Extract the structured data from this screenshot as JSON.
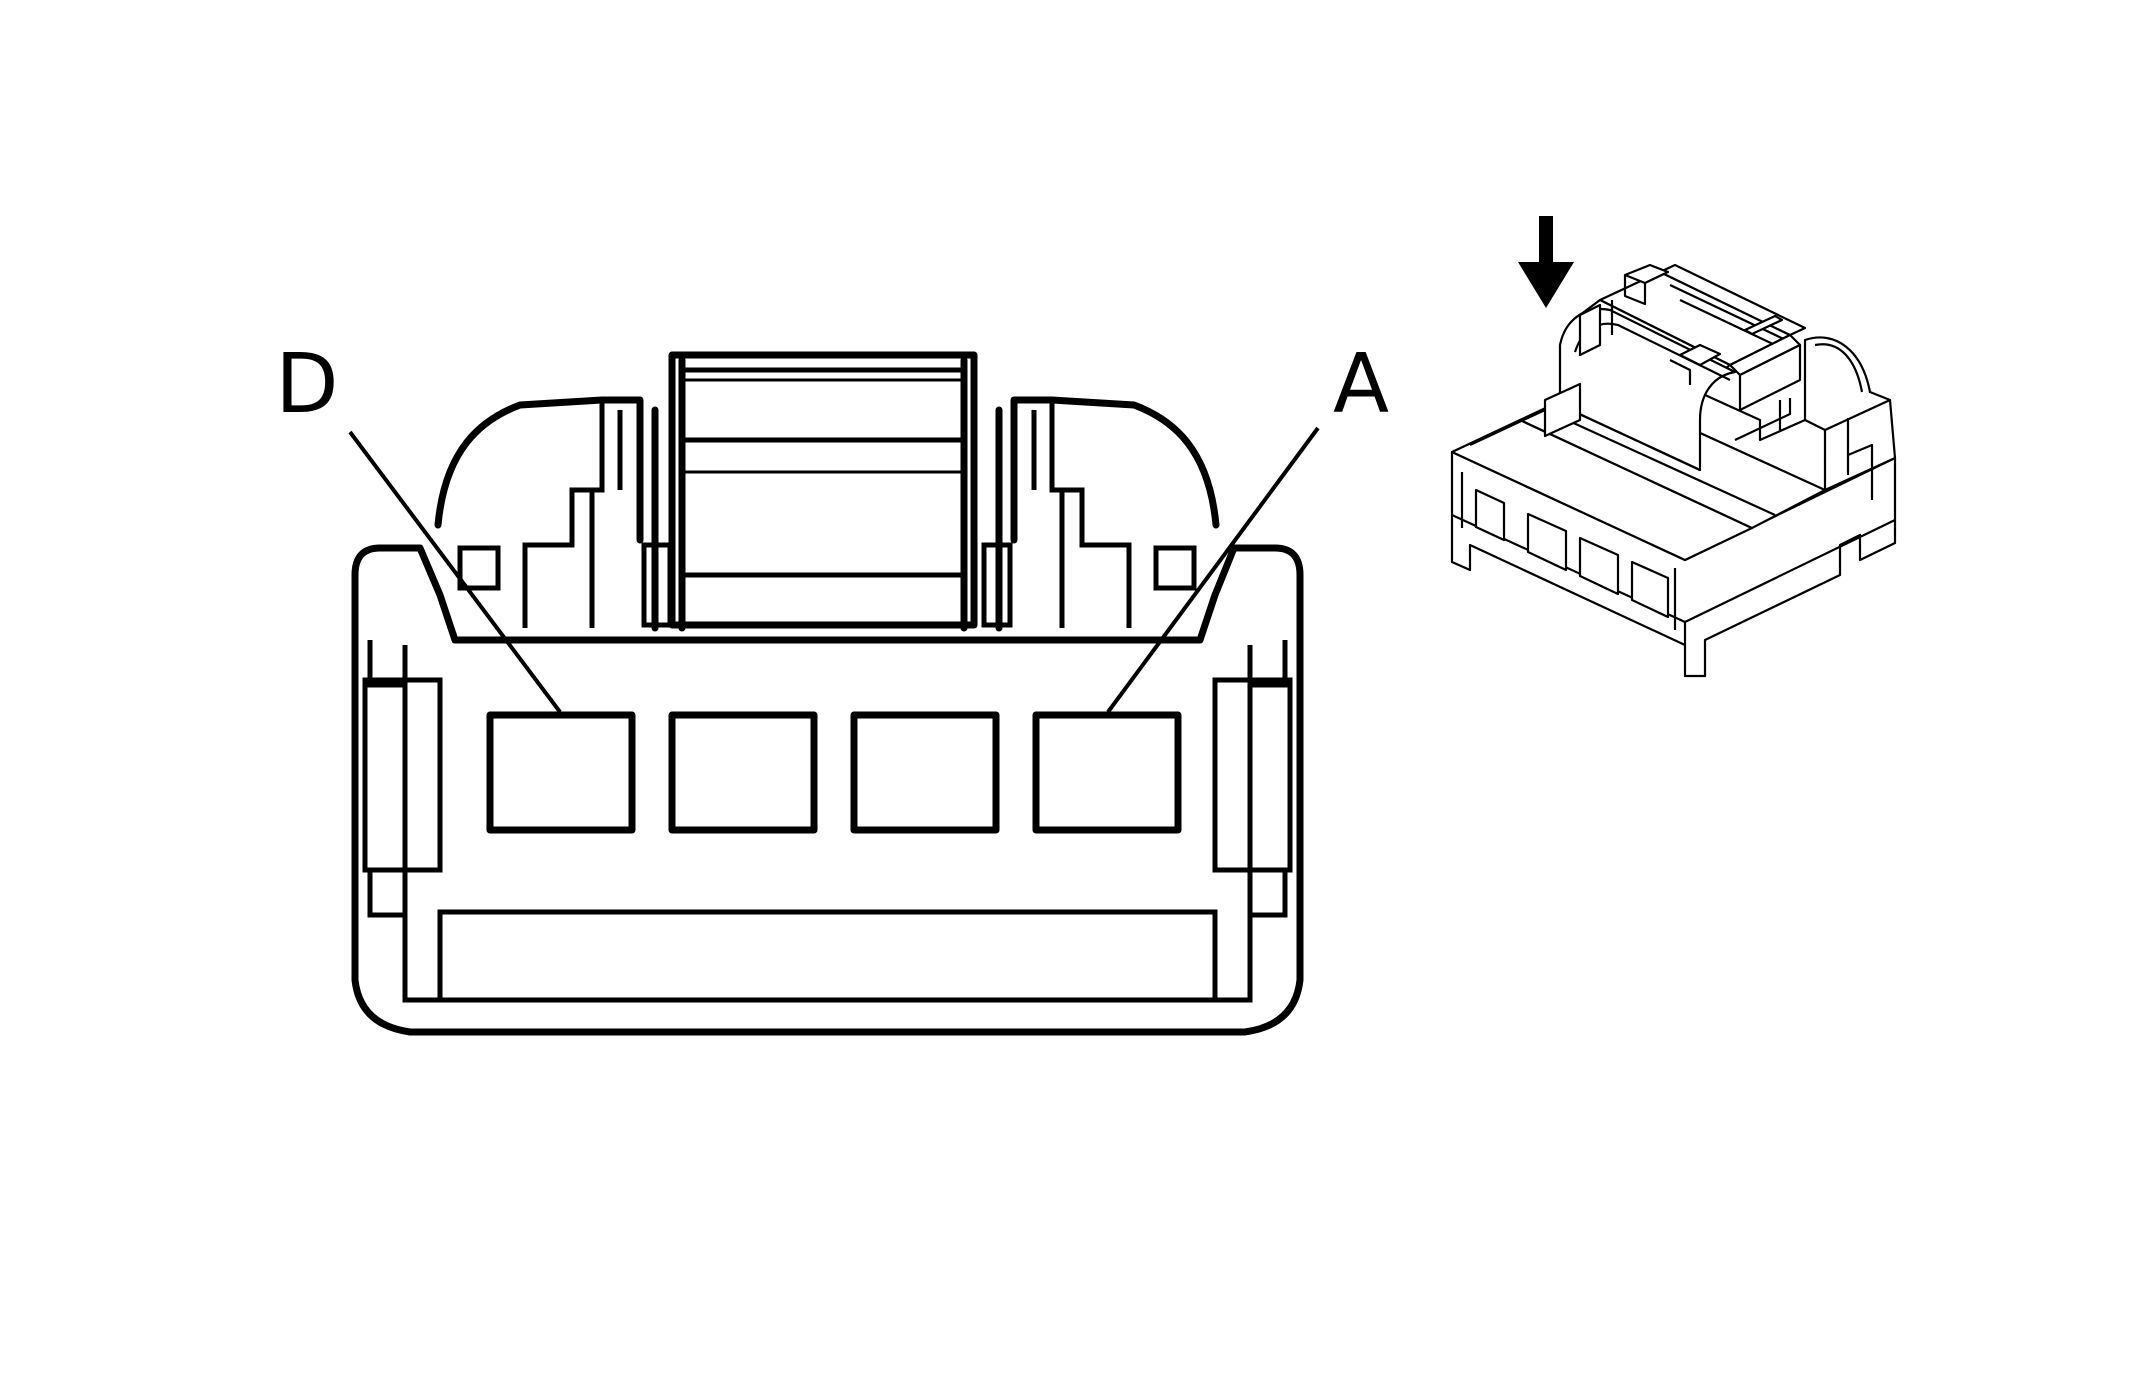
{
  "labels": {
    "left_pin": "D",
    "right_pin": "A"
  },
  "terminal_count": 4,
  "icons": {
    "insert_direction": "down-arrow-icon"
  },
  "colors": {
    "line": "#000000",
    "background": "#ffffff"
  }
}
